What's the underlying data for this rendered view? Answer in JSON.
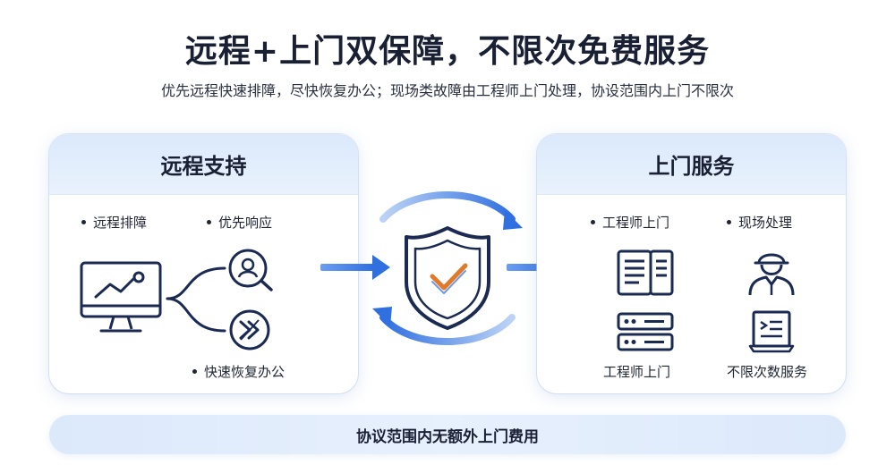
{
  "title": "远程+上门双保障，不限次免费服务",
  "subtitle": "优先远程快速排障，尽快恢复办公；现场类故障由工程师上门处理，协设范围内上门不限次",
  "remote": {
    "heading": "远程支持",
    "bullets": [
      "远程排障",
      "优先响应",
      "快速恢复办公"
    ]
  },
  "onsite": {
    "heading": "上门服务",
    "bullets": [
      "工程师上门",
      "现场处理"
    ],
    "labels": [
      "工程师上门",
      "不限次数服务"
    ]
  },
  "bottom_note": "协议范围内无额外上门费用",
  "icons": [
    "monitor-chart-icon",
    "search-person-icon",
    "fast-forward-icon",
    "shield-check-icon",
    "document-icon",
    "engineer-icon",
    "server-icon",
    "certificate-icon"
  ],
  "colors": {
    "accent": "#2f6fe0",
    "check": "#e07a2a",
    "navy": "#1b2a52",
    "panel_head": "#dbe9fb"
  }
}
